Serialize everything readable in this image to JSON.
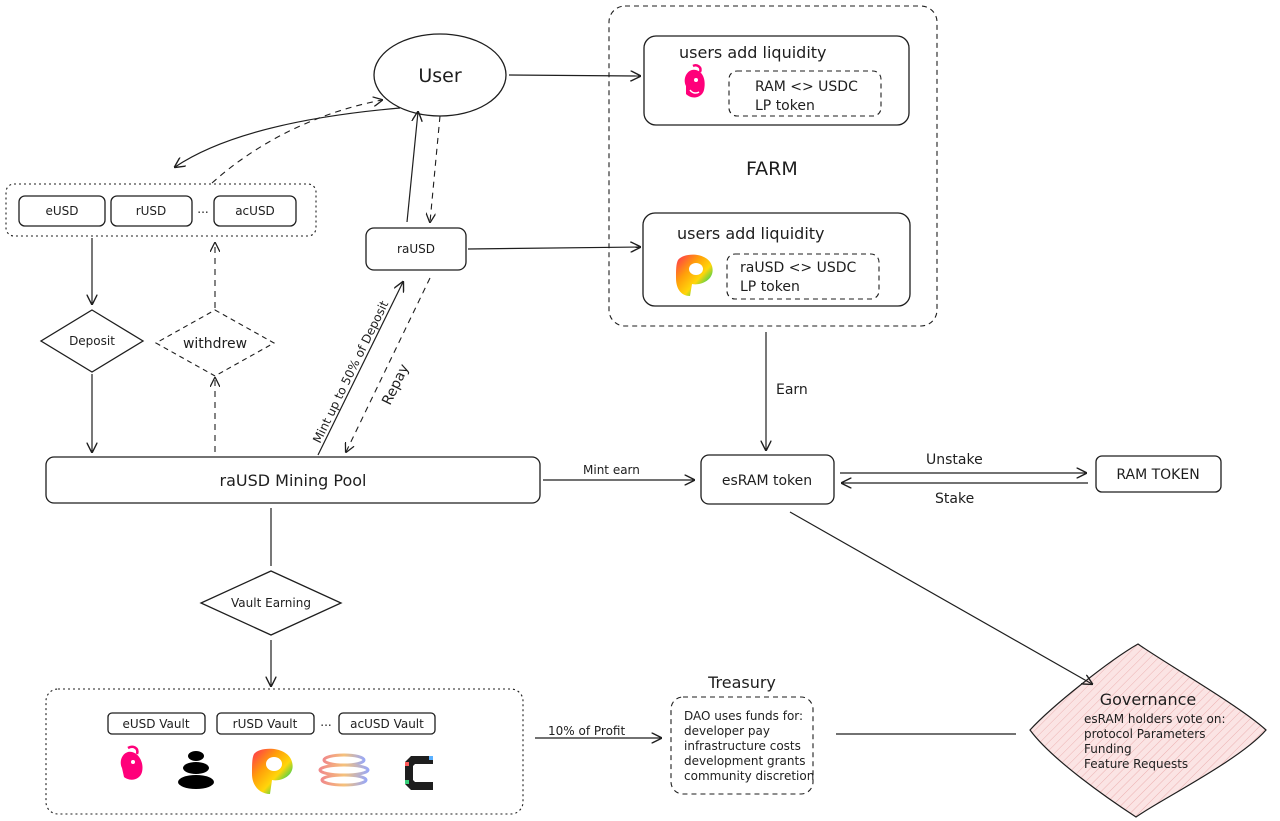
{
  "nodes": {
    "user": "User",
    "token_row": [
      "eUSD",
      "rUSD",
      "...",
      "acUSD"
    ],
    "deposit": "Deposit",
    "withdrew": "withdrew",
    "raUSD": "raUSD",
    "mining_pool": "raUSD Mining Pool",
    "vault_earning": "Vault Earning",
    "vault_row": [
      "eUSD Vault",
      "rUSD Vault",
      "...",
      "acUSD Vault"
    ],
    "esram": "esRAM token",
    "ram_token": "RAM TOKEN",
    "treasury_title": "Treasury",
    "treasury_lines": [
      "DAO uses funds for:",
      "developer pay",
      "infrastructure costs",
      "development grants",
      "community discretion"
    ],
    "governance_title": "Governance",
    "governance_lines": [
      "esRAM holders vote on:",
      "protocol Parameters",
      "Funding",
      "Feature Requests"
    ]
  },
  "farm": {
    "title": "FARM",
    "pool1": {
      "title": "users add liquidity",
      "line1": "RAM <> USDC",
      "line2": "LP token"
    },
    "pool2": {
      "title": "users add liquidity",
      "line1": "raUSD <> USDC",
      "line2": "LP token"
    }
  },
  "edges": {
    "mint": "Mint up to 50% of Deposit",
    "repay": "Repay",
    "mint_earn": "Mint earn",
    "earn": "Earn",
    "unstake": "Unstake",
    "stake": "Stake",
    "profit": "10% of Profit"
  },
  "icons": [
    "uniswap-logo",
    "velodrome-logo",
    "balancer-logo",
    "curve-logo",
    "convex-logo"
  ],
  "colors": {
    "stroke": "#1e1e1e",
    "governance_fill": "#fbe4e4",
    "uniswap": "#ff007a"
  }
}
